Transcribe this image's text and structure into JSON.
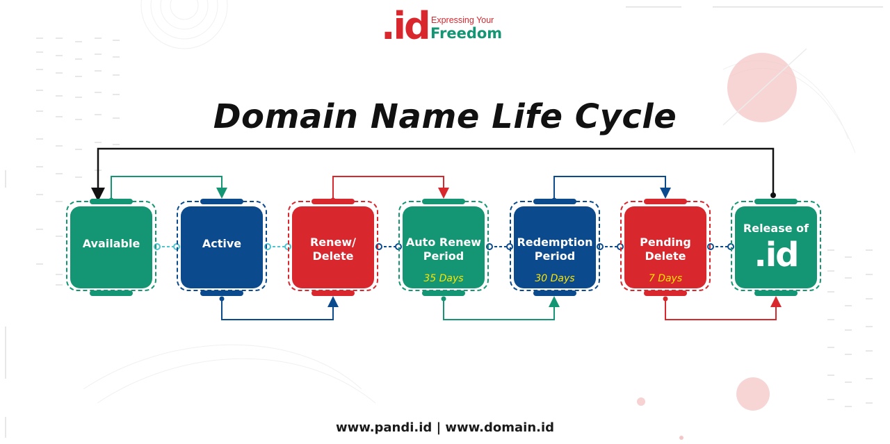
{
  "brand": {
    "mark": ".id",
    "tagline": "Expressing Your",
    "wordmark": "Freedom",
    "colors": {
      "red": "#d9272e",
      "green": "#149573",
      "blue": "#0b4a8d",
      "yellow": "#ffe600"
    }
  },
  "title": "Domain Name Life Cycle",
  "stages": [
    {
      "label": "Available",
      "color": "green",
      "days": ""
    },
    {
      "label": "Active",
      "color": "blue",
      "days": ""
    },
    {
      "label": "Renew/\nDelete",
      "color": "red",
      "days": ""
    },
    {
      "label": "Auto Renew\nPeriod",
      "color": "green",
      "days": "35 Days"
    },
    {
      "label": "Redemption\nPeriod",
      "color": "blue",
      "days": "30 Days"
    },
    {
      "label": "Pending\nDelete",
      "color": "red",
      "days": "7 Days"
    },
    {
      "label": "Release of",
      "color": "green",
      "days": "",
      "logo": ".id"
    }
  ],
  "footer": "www.pandi.id | www.domain.id"
}
